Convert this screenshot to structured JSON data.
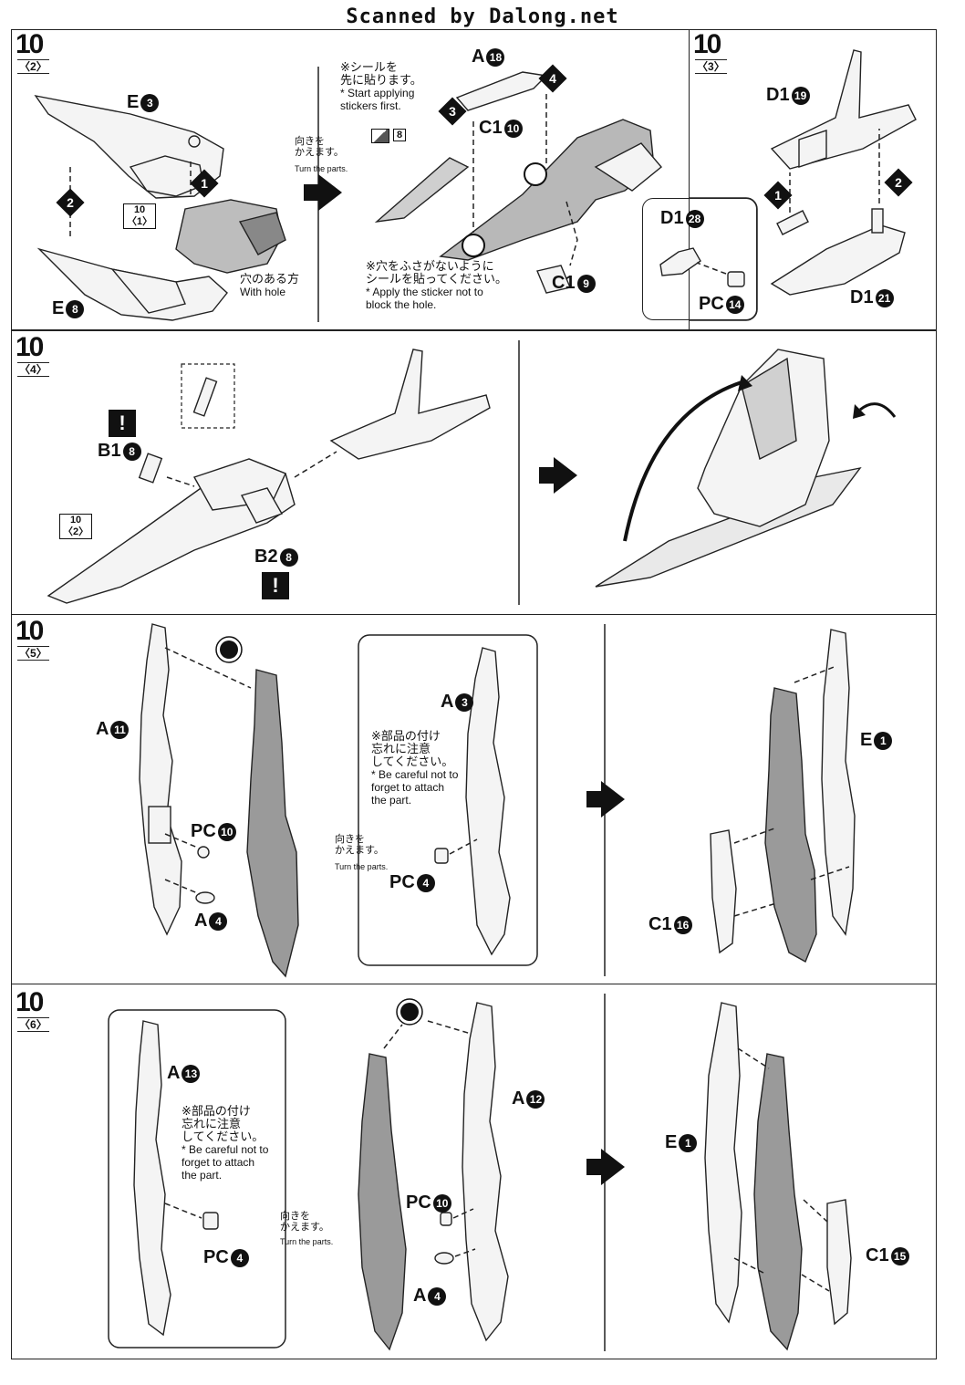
{
  "header": "Scanned by Dalong.net",
  "common": {
    "turn_jp": "向きを\nかえます。",
    "turn_en": "Turn the parts.",
    "careful_jp": "※部品の付け\n忘れに注意\nしてください。",
    "careful_en": "* Be careful not to\nforget to attach\nthe part."
  },
  "panel1": {
    "step": "10",
    "sub": "2",
    "labels": {
      "e3": "E",
      "e3n": "3",
      "e8": "E",
      "e8n": "8",
      "a18": "A",
      "a18n": "18",
      "c10": "C1",
      "c10n": "10",
      "c9": "C1",
      "c9n": "9"
    },
    "ref_step": "10",
    "ref_sub": "1",
    "hole_jp": "穴のある方",
    "hole_en": "With hole",
    "sticker_jp": "※シールを\n先に貼ります。",
    "sticker_en": "* Start applying\nstickers first.",
    "sticker_num": "8",
    "block_jp": "※穴をふさがないように\nシールを貼ってください。",
    "block_en": "* Apply the sticker not to\nblock the hole.",
    "order": [
      "1",
      "2",
      "3",
      "4"
    ]
  },
  "panel2": {
    "step": "10",
    "sub": "3",
    "labels": {
      "d19": "D1",
      "d19n": "19",
      "d28": "D1",
      "d28n": "28",
      "pc14": "PC",
      "pc14n": "14",
      "d21": "D1",
      "d21n": "21"
    },
    "order": [
      "1",
      "2"
    ]
  },
  "panel3": {
    "step": "10",
    "sub": "4",
    "labels": {
      "b18": "B1",
      "b18n": "8",
      "b28": "B2",
      "b28n": "8"
    },
    "ref_step": "10",
    "ref_sub": "2",
    "warn": "!"
  },
  "panel4": {
    "step": "10",
    "sub": "5",
    "labels": {
      "a11": "A",
      "a11n": "11",
      "pc10": "PC",
      "pc10n": "10",
      "a4": "A",
      "a4n": "4",
      "a3": "A",
      "a3n": "3",
      "pc4": "PC",
      "pc4n": "4",
      "e1": "E",
      "e1n": "1",
      "c16": "C1",
      "c16n": "16"
    }
  },
  "panel5": {
    "step": "10",
    "sub": "6",
    "labels": {
      "a13": "A",
      "a13n": "13",
      "pc4": "PC",
      "pc4n": "4",
      "a12": "A",
      "a12n": "12",
      "pc10": "PC",
      "pc10n": "10",
      "a4": "A",
      "a4n": "4",
      "e1": "E",
      "e1n": "1",
      "c15": "C1",
      "c15n": "15"
    }
  }
}
